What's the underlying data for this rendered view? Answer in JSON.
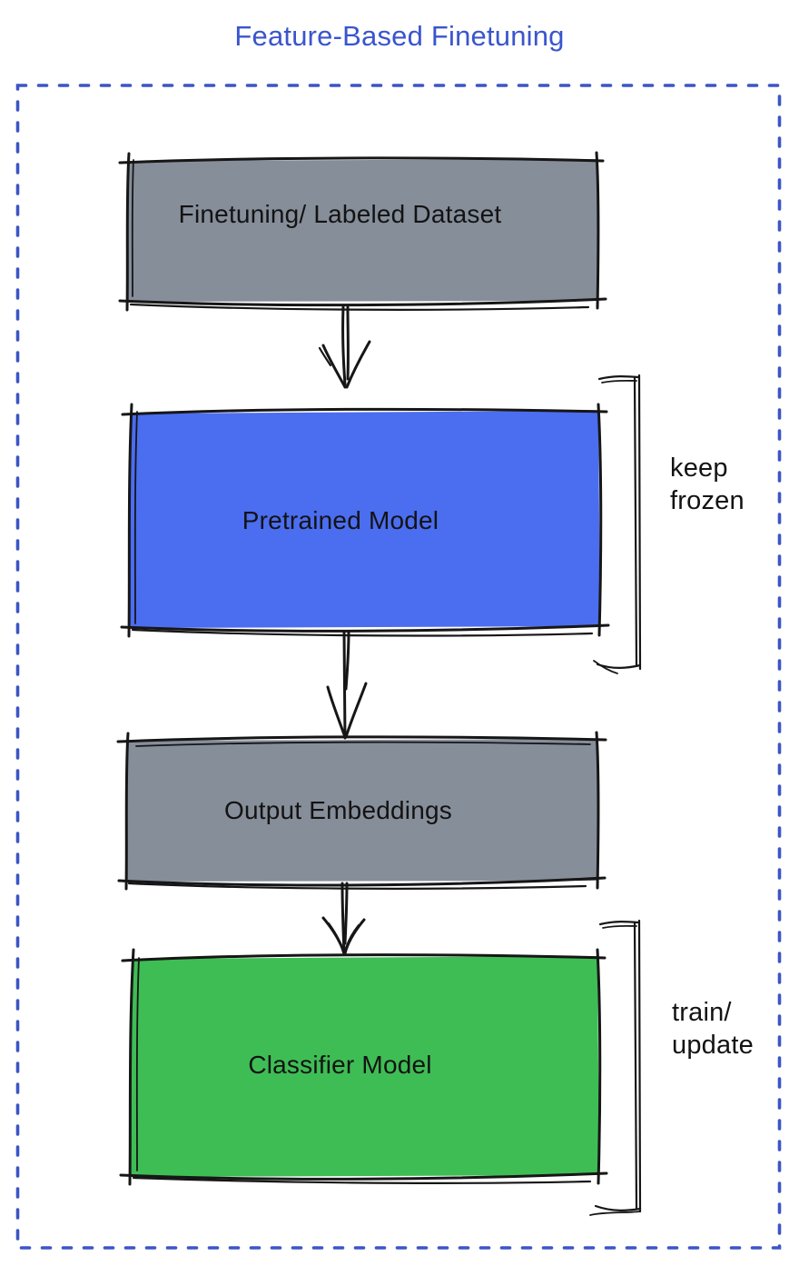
{
  "title": "Feature-Based Finetuning",
  "colors": {
    "title_text": "#3a55cd",
    "container_border": "#3c55c6",
    "box_outline": "#161616",
    "label_text": "#131313",
    "dataset_fill": "#868e9a",
    "pretrained_fill": "#4b6df0",
    "embeddings_fill": "#868e9a",
    "classifier_fill": "#3ebd55"
  },
  "boxes": [
    {
      "id": "dataset",
      "label": "Finetuning/ Labeled Dataset"
    },
    {
      "id": "pretrained",
      "label": "Pretrained Model"
    },
    {
      "id": "embeddings",
      "label": "Output Embeddings"
    },
    {
      "id": "classifier",
      "label": "Classifier Model"
    }
  ],
  "annotations": [
    {
      "id": "keep-frozen",
      "label": "keep frozen"
    },
    {
      "id": "train-update",
      "label": "train/ update"
    }
  ]
}
